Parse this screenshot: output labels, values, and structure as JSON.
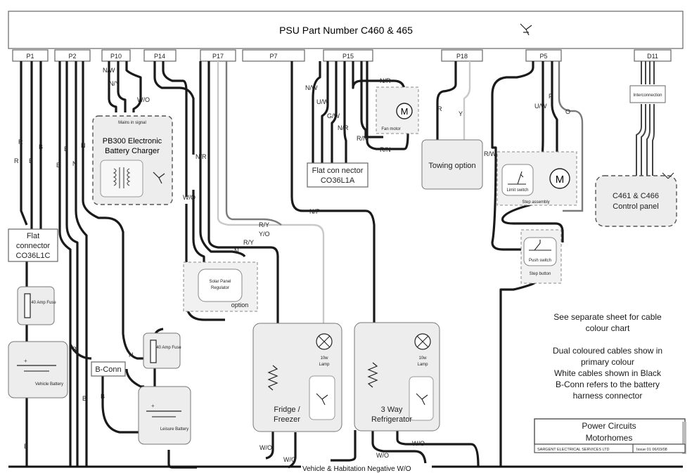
{
  "title": "PSU Part Number C460 & 465",
  "ports": [
    "P1",
    "P2",
    "P10",
    "P14",
    "P17",
    "P7",
    "P15",
    "P18",
    "P5",
    "D11"
  ],
  "wire_labels": {
    "nw_p10": "N/W",
    "ny_p10": "N/Y",
    "wo_p10": "W/O",
    "r1": "R",
    "b1": "B",
    "b2": "B",
    "n1": "N",
    "nr_p14": "N/R",
    "wo_p14": "W/O",
    "nw_p15": "N/W",
    "nr_p15": "N/R",
    "uw_p15": "U/W",
    "gw_p15": "G/W",
    "nr2_p15": "N/R",
    "rn_p15": "R/N",
    "rn2_p15": "R/N",
    "r_p18": "R",
    "y_p18": "Y",
    "rw_p5": "R/W",
    "uw_p5": "U/W",
    "p_p5": "P",
    "o_p5": "O",
    "np_p7": "N/P",
    "ry": "R/Y",
    "yo": "Y/O",
    "ry2": "R/Y",
    "n_p17": "N",
    "b_left1": "B",
    "b_left2": "B",
    "b_left3": "B",
    "n_bconn": "N",
    "wo_fridge": "W/O",
    "wo_fridge2": "W/O",
    "wo_3way": "W/O",
    "wo_3way2": "W/O",
    "ground": "Vehicle & Habitation Negative  W/O"
  },
  "components": {
    "charger_small": "Mains in signal",
    "charger_line1": "PB300 Electronic",
    "charger_line2": "Battery Charger",
    "fan_motor": "Fan motor",
    "motor_symbol": "M",
    "flat_conn_p15_line1": "Flat con nector",
    "flat_conn_p15_line2": "CO36L1A",
    "towing": "Towing option",
    "limit_switch": "Limit switch",
    "step_assembly": "Step assembly",
    "control_line1": "C461 & C466",
    "control_line2": "Control panel",
    "interconnector": "Interconnection",
    "flat_conn_left_line1": "Flat",
    "flat_conn_left_line2": "connector",
    "flat_conn_left_line3": "CO36L1C",
    "fuse1": "40 Amp Fuse",
    "vehicle_battery": "Vehicle Battery",
    "bconn": "B-Conn",
    "fuse2": "40 Amp Fuse",
    "leisure_battery": "Leisure Battery",
    "solar_line1": "Solar Panel",
    "solar_line2": "Regulator",
    "solar_option": "option",
    "push_switch": "Push switch",
    "step_button": "Step button",
    "fridge_lamp1": "10w",
    "fridge_lamp2": "Lamp",
    "fridge_line1": "Fridge /",
    "fridge_line2": "Freezer",
    "way_lamp1": "10w",
    "way_lamp2": "Lamp",
    "way_line1": "3 Way",
    "way_line2": "Refrigerator"
  },
  "notes": {
    "note1_line1": "See separate sheet for cable",
    "note1_line2": "colour chart",
    "note2_line1": "Dual coloured cables show in",
    "note2_line2": "primary colour",
    "note2_line3": "White cables shown in Black",
    "note2_line4": "B-Conn refers to the battery",
    "note2_line5": "harness connector"
  },
  "titleblock": {
    "line1": "Power Circuits",
    "line2": "Motorhomes",
    "company": "SARGENT ELECTRICAL SERVICES LTD",
    "issue": "Issue 01  06/03/08"
  }
}
